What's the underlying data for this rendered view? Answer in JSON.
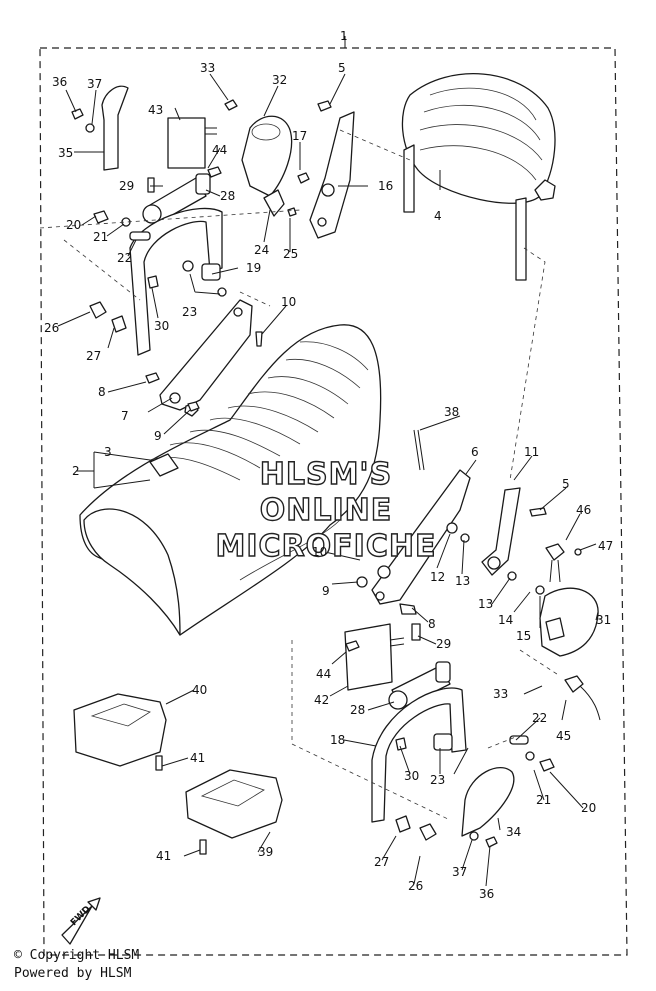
{
  "diagram": {
    "assembly_number": "1",
    "part_labels": {
      "p2": "2",
      "p3": "3",
      "p4": "4",
      "p5a": "5",
      "p5b": "5",
      "p6": "6",
      "p7": "7",
      "p8a": "8",
      "p8b": "8",
      "p9a": "9",
      "p9b": "9",
      "p10a": "10",
      "p10b": "10",
      "p11": "11",
      "p12": "12",
      "p13a": "13",
      "p13b": "13",
      "p14": "14",
      "p15": "15",
      "p16": "16",
      "p17": "17",
      "p18": "18",
      "p19": "19",
      "p20a": "20",
      "p20b": "20",
      "p21a": "21",
      "p21b": "21",
      "p22a": "22",
      "p22b": "22",
      "p23a": "23",
      "p23b": "23",
      "p24": "24",
      "p25": "25",
      "p26a": "26",
      "p26b": "26",
      "p27a": "27",
      "p27b": "27",
      "p28a": "28",
      "p28b": "28",
      "p29a": "29",
      "p29b": "29",
      "p30a": "30",
      "p30b": "30",
      "p31": "31",
      "p32": "32",
      "p33a": "33",
      "p33b": "33",
      "p34": "34",
      "p35": "35",
      "p36a": "36",
      "p36b": "36",
      "p37a": "37",
      "p37b": "37",
      "p38": "38",
      "p39": "39",
      "p40": "40",
      "p41a": "41",
      "p41b": "41",
      "p42": "42",
      "p43": "43",
      "p44a": "44",
      "p44b": "44",
      "p45": "45",
      "p46": "46",
      "p47": "47"
    },
    "fwd_label": "FWD"
  },
  "watermark": {
    "line1": "HLSM'S",
    "line2": "ONLINE",
    "line3": "MICROFICHE"
  },
  "footer": {
    "copyright": "© Copyright HLSM",
    "powered": "Powered by HLSM"
  }
}
